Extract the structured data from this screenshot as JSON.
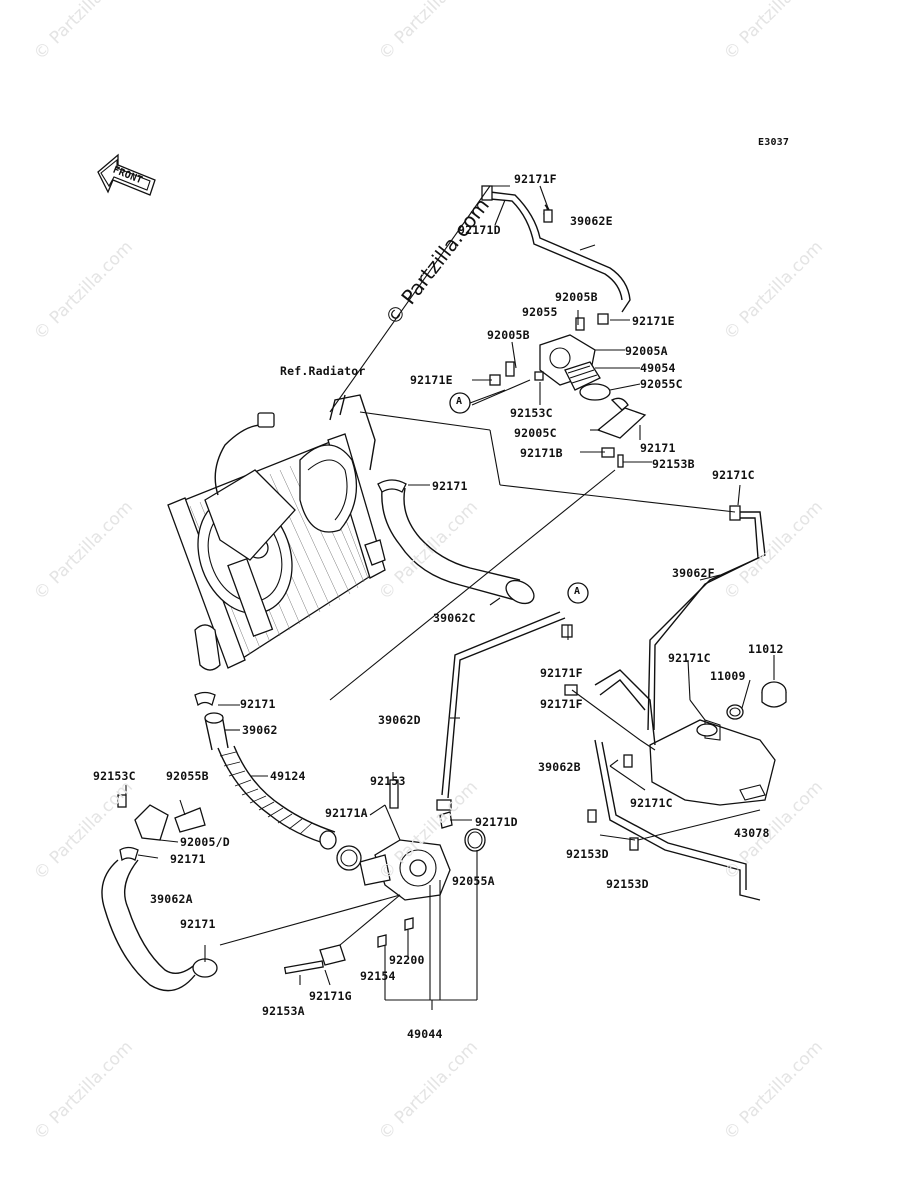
{
  "diagram_code": "E3037",
  "front_label": "FRONT",
  "ref_label": "Ref.Radiator",
  "ref_marker": "A",
  "main_watermark": "© Partzilla.com",
  "watermark_text": "© Partzilla.com",
  "part_labels": {
    "p92171F_top": "92171F",
    "p92171D_top": "92171D",
    "p39062E": "39062E",
    "p92005B_1": "92005B",
    "p92055": "92055",
    "p92171E_r": "92171E",
    "p92005B_2": "92005B",
    "p92005A": "92005A",
    "p49054": "49054",
    "p92171E_l": "92171E",
    "p92055C": "92055C",
    "p92153C_top": "92153C",
    "p92005C": "92005C",
    "p92171_r": "92171",
    "p92171B": "92171B",
    "p92153B": "92153B",
    "p92171_mid": "92171",
    "p92171C_r": "92171C",
    "p39062F": "39062F",
    "p39062C": "39062C",
    "p11012": "11012",
    "p92171F_m1": "92171F",
    "p92171C_m": "92171C",
    "p11009": "11009",
    "p92171F_m2": "92171F",
    "p92171_lo": "92171",
    "p39062D": "39062D",
    "p39062": "39062",
    "p39062B": "39062B",
    "p49124": "49124",
    "p92153C_l": "92153C",
    "p92055B": "92055B",
    "p92153": "92153",
    "p92171C_lo": "92171C",
    "p43078": "43078",
    "p92171A": "92171A",
    "p92171D_lo": "92171D",
    "p92005D": "92005/D",
    "p92171_l": "92171",
    "p92153D_1": "92153D",
    "p92055A": "92055A",
    "p39062A": "39062A",
    "p92153D_2": "92153D",
    "p92171_bl": "92171",
    "p92200": "92200",
    "p92154": "92154",
    "p92153A": "92153A",
    "p92171G": "92171G",
    "p49044": "49044"
  }
}
